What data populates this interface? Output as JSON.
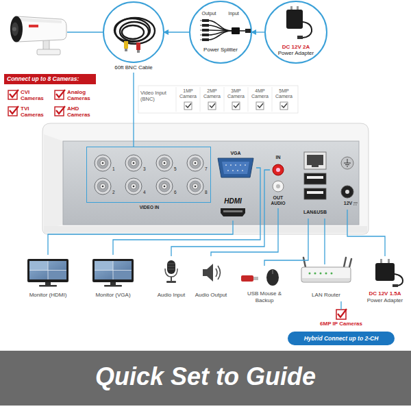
{
  "diagram": {
    "title": "Quick Set to Guide",
    "nodes": [
      {
        "text": [
          "60ft BNC Cable"
        ]
      },
      {
        "text": [
          "Output",
          "Input",
          "Power Splitter"
        ]
      },
      {
        "text": [
          "DC 12V 2A",
          "Power Adapter"
        ]
      },
      {
        "text": [
          "Connect up to 8 Cameras:",
          "CVI Cameras",
          "Analog Cameras",
          "TVI Cameras",
          "AHD Cameras"
        ]
      },
      {
        "text": [
          "1",
          "2",
          "3",
          "4",
          "5",
          "6",
          "7",
          "8",
          "VIDEO IN"
        ]
      },
      {
        "text": [
          "VGA"
        ]
      },
      {
        "text": [
          "HDMI"
        ]
      },
      {
        "text": [
          "IN"
        ]
      },
      {
        "text": [
          "OUT",
          "AUDIO"
        ]
      },
      {
        "text": [
          "LAN&USB"
        ]
      },
      {
        "text": [
          "12V"
        ]
      },
      {
        "text": [
          "Monitor (HDMI)"
        ]
      },
      {
        "text": [
          "Monitor (VGA)"
        ]
      },
      {
        "text": [
          "Audio Input"
        ]
      },
      {
        "text": [
          "Audio Output"
        ]
      },
      {
        "text": [
          "USB Mouse & Backup"
        ]
      },
      {
        "text": [
          "LAN Router"
        ]
      },
      {
        "text": [
          "DC 12V 1.5A",
          "Power Adapter"
        ]
      },
      {
        "text": [
          "6MP IP Cameras"
        ]
      },
      {
        "text": [
          "Hybrid Connect up to 2-CH"
        ]
      }
    ],
    "edges": [
      {
        "from": 2,
        "to": 1,
        "arrow": "to"
      },
      {
        "from": 1,
        "to": 0,
        "arrow": "to"
      },
      {
        "from": 0,
        "to": 4,
        "arrow": "none"
      },
      {
        "from": 6,
        "to": 11,
        "arrow": "none"
      },
      {
        "from": 5,
        "to": 12,
        "arrow": "none"
      },
      {
        "from": 7,
        "to": 13,
        "arrow": "none"
      },
      {
        "from": 8,
        "to": 14,
        "arrow": "none"
      },
      {
        "from": 9,
        "to": 15,
        "arrow": "none"
      },
      {
        "from": 9,
        "to": 16,
        "arrow": "none"
      },
      {
        "from": 10,
        "to": 17,
        "arrow": "none"
      },
      {
        "from": 16,
        "to": 18,
        "arrow": "none"
      }
    ],
    "labels": [
      "Video Input (BNC)",
      "1MP Camera",
      "2MP Camera",
      "3MP Camera",
      "4MP Camera",
      "5MP Camera"
    ]
  }
}
